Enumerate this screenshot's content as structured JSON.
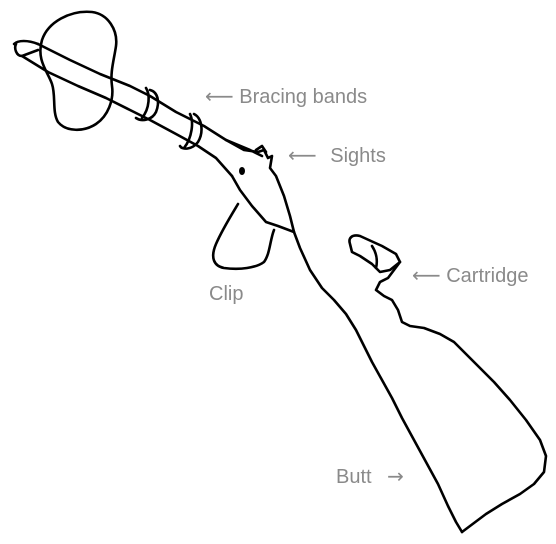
{
  "labels": {
    "bracing_bands": {
      "arrow": "⟵",
      "text": "Bracing bands"
    },
    "sights": {
      "arrow": "⟵",
      "text": "Sights"
    },
    "clip": {
      "text": "Clip"
    },
    "cartridge": {
      "arrow": "⟵",
      "text": "Cartridge"
    },
    "butt": {
      "text": "Butt",
      "arrow": "→"
    }
  },
  "colors": {
    "ink": "#000000",
    "label": "#8a8a8a",
    "background": "#ffffff"
  }
}
